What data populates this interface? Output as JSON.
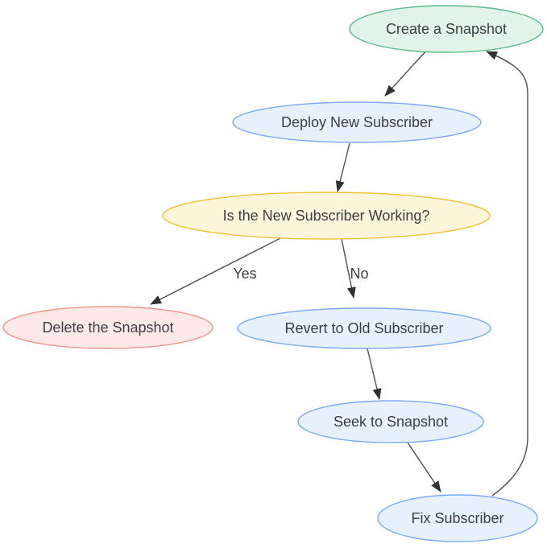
{
  "diagram": {
    "type": "flowchart",
    "background": "#ffffff",
    "colors": {
      "edge_line": "#54585c",
      "arrowhead": "#2f3337",
      "node_text": "#3b3f43",
      "edge_label_text": "#3b3f43"
    },
    "nodes": {
      "create_snapshot": {
        "label": "Create a Snapshot",
        "fill": "#e2f3e9",
        "stroke": "#57bb8a"
      },
      "deploy_new_subscriber": {
        "label": "Deploy New Subscriber",
        "fill": "#e7f0fd",
        "stroke": "#7baaf7"
      },
      "is_new_subscriber_working": {
        "label": "Is the New Subscriber Working?",
        "fill": "#fdf5da",
        "stroke": "#f1c232"
      },
      "delete_the_snapshot": {
        "label": "Delete the Snapshot",
        "fill": "#fce9e7",
        "stroke": "#f0958b"
      },
      "revert_to_old_subscriber": {
        "label": "Revert to Old Subscriber",
        "fill": "#e7f0fd",
        "stroke": "#7baaf7"
      },
      "seek_to_snapshot": {
        "label": "Seek to Snapshot",
        "fill": "#e7f0fd",
        "stroke": "#7baaf7"
      },
      "fix_subscriber": {
        "label": "Fix Subscriber",
        "fill": "#e7f0fd",
        "stroke": "#7baaf7"
      }
    },
    "edge_labels": {
      "yes": "Yes",
      "no": "No"
    },
    "edges": [
      {
        "from": "create_snapshot",
        "to": "deploy_new_subscriber",
        "label": ""
      },
      {
        "from": "deploy_new_subscriber",
        "to": "is_new_subscriber_working",
        "label": ""
      },
      {
        "from": "is_new_subscriber_working",
        "to": "delete_the_snapshot",
        "label": "Yes"
      },
      {
        "from": "is_new_subscriber_working",
        "to": "revert_to_old_subscriber",
        "label": "No"
      },
      {
        "from": "revert_to_old_subscriber",
        "to": "seek_to_snapshot",
        "label": ""
      },
      {
        "from": "seek_to_snapshot",
        "to": "fix_subscriber",
        "label": ""
      },
      {
        "from": "fix_subscriber",
        "to": "create_snapshot",
        "label": ""
      }
    ]
  }
}
